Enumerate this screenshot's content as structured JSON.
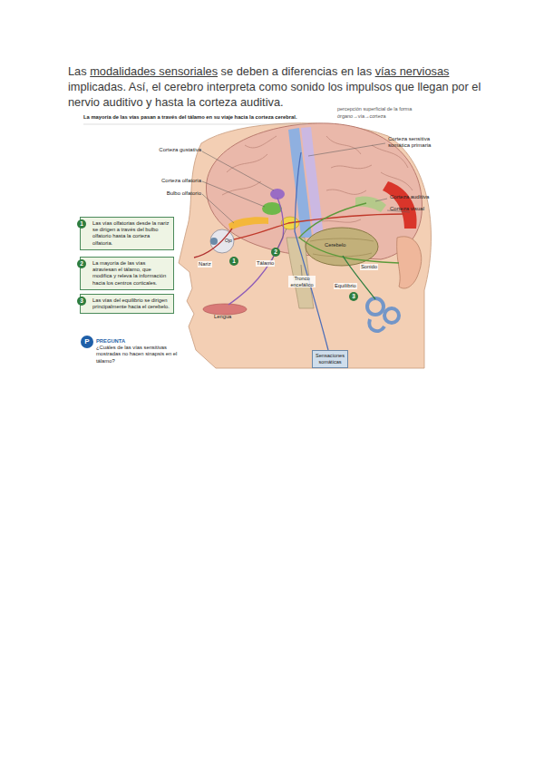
{
  "diagram": {
    "title": "La mayoría de las vías pasan a través del tálamo en su viaje hacia la corteza cerebral.",
    "nodes": [
      {
        "text": [
          "Las vías olfatorias desde la nariz se dirigen a través del bulbo olfatorio hasta la corteza olfatoria."
        ]
      },
      {
        "text": [
          "La mayoría de las vías atraviesan el tálamo, que modifica y releva la información hacia los centros corticales."
        ]
      },
      {
        "text": [
          "Las vías del equilibrio se dirigen principalmente hacia el cerebelo."
        ]
      },
      {
        "text": [
          "Sensaciones somáticas"
        ]
      },
      {
        "text": [
          "PREGUNTA",
          "¿Cuáles de las vías sensitivas mostradas no hacen sinapsis en el tálamo?"
        ]
      }
    ],
    "labels": [
      "Las modalidades sensoriales se deben a diferencias en las vías nerviosas implicadas. Así, el cerebro interpreta como sonido los impulsos que llegan por el nervio auditivo y hasta la corteza auditiva.",
      "percepción superficial de la forma",
      "órgano→vía→corteza",
      "Corteza gustativa",
      "Corteza olfatoria",
      "Bulbo olfatorio",
      "Corteza sensitiva somática primaria",
      "Corteza auditiva",
      "Corteza visual",
      "Ojo",
      "Nariz",
      "Tálamo",
      "Cerebelo",
      "Sonido",
      "Tronco encefálico",
      "Equilibrio",
      "Lengua",
      "1",
      "2",
      "3",
      "1",
      "2",
      "3",
      "P"
    ]
  }
}
